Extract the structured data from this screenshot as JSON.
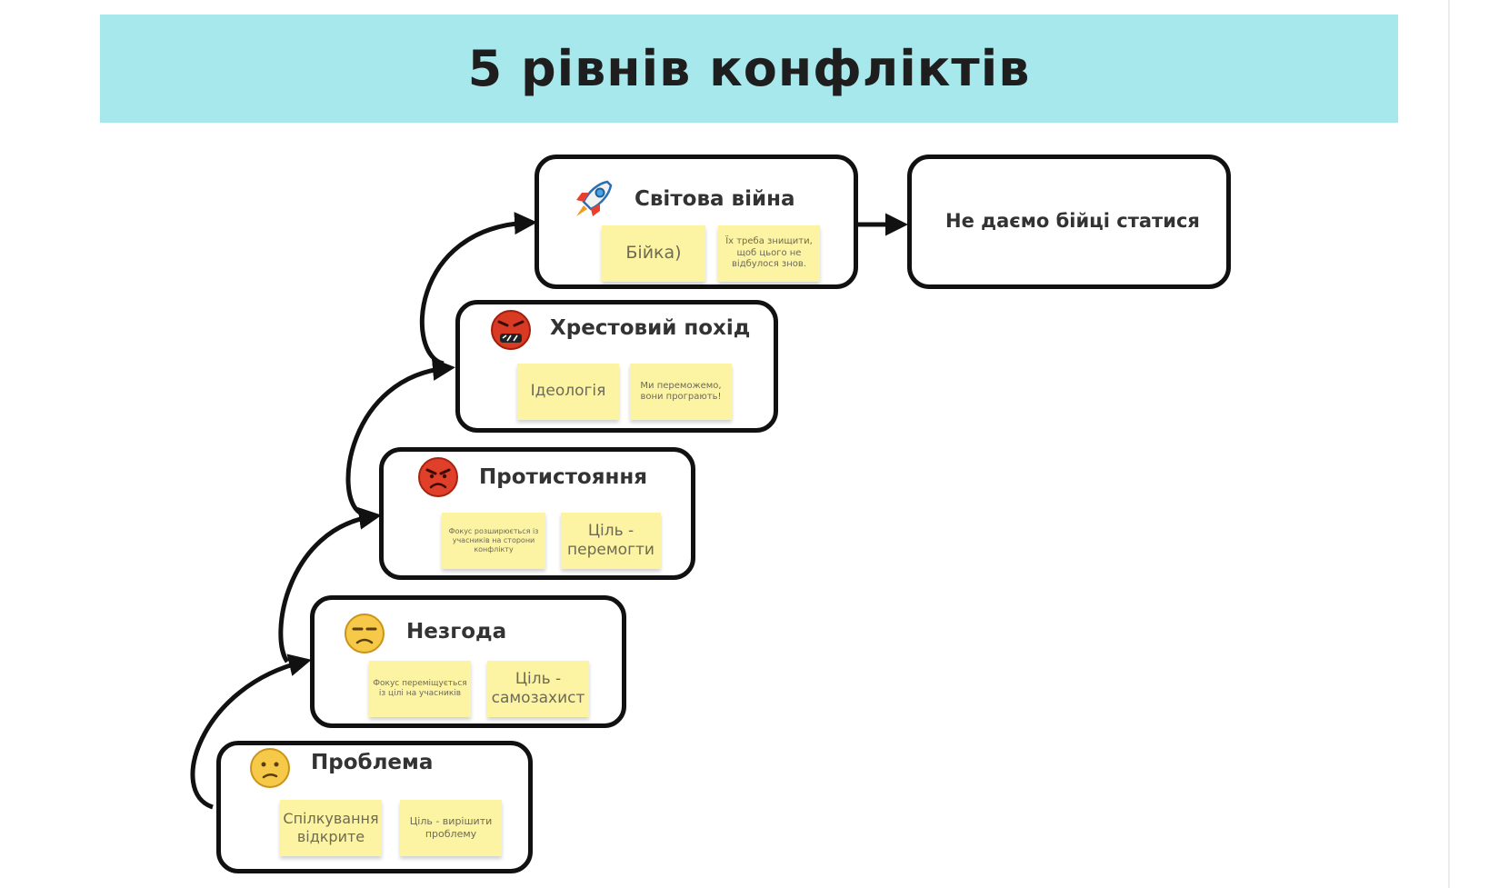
{
  "title": "5 рівнів конфліктів",
  "colors": {
    "banner": "#a7e8ec",
    "box_border": "#111111",
    "sticky": "#fdf4a3",
    "emoji_yellow": "#f7c948",
    "emoji_red": "#e0402a"
  },
  "levels": [
    {
      "id": "problem",
      "label": "Проблема",
      "icon": "confused-face-icon",
      "notes": [
        "Спілкування відкрите",
        "Ціль - вирішити проблему"
      ]
    },
    {
      "id": "disagreement",
      "label": "Незгода",
      "icon": "unamused-face-icon",
      "notes": [
        "Фокус переміщується із цілі на учасників",
        "Ціль - самозахист"
      ]
    },
    {
      "id": "confrontation",
      "label": "Протистояння",
      "icon": "angry-red-face-icon",
      "notes": [
        "Фокус розширюється із учасників на сторони конфлікту",
        "Ціль - перемогти"
      ]
    },
    {
      "id": "crusade",
      "label": "Хрестовий похід",
      "icon": "cursing-face-icon",
      "notes": [
        "Ідеологія",
        "Ми переможемо, вони програють!"
      ]
    },
    {
      "id": "world-war",
      "label": "Світова війна",
      "icon": "rocket-icon",
      "notes": [
        "Бійка)",
        "Їх треба знищити, щоб цього не відбулося знов."
      ]
    }
  ],
  "outcome": {
    "label": "Не даємо бійці статися"
  }
}
